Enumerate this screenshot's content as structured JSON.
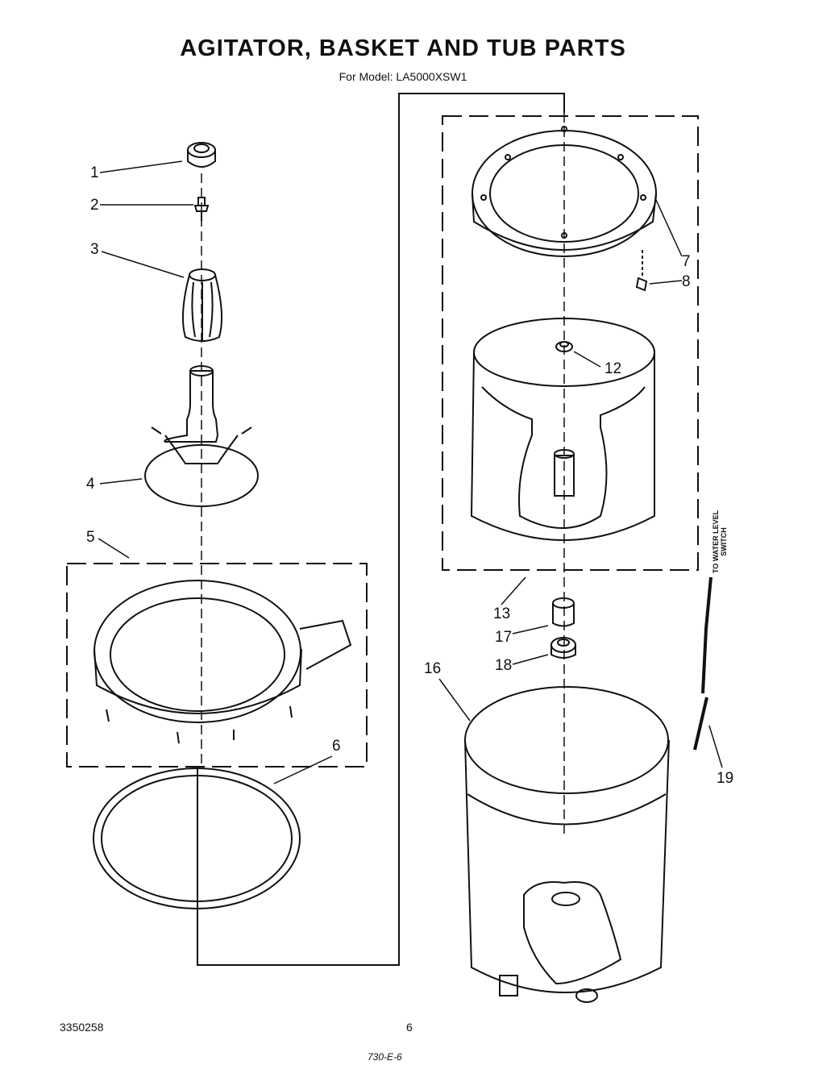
{
  "header": {
    "title": "AGITATOR, BASKET AND TUB PARTS",
    "subtitle": "For Model: LA5000XSW1"
  },
  "footer": {
    "doc_number": "3350258",
    "page_number": "6",
    "code": "730-E-6"
  },
  "callouts": [
    "1",
    "2",
    "3",
    "4",
    "5",
    "6",
    "7",
    "8",
    "12",
    "13",
    "16",
    "17",
    "18",
    "19"
  ],
  "annotation": {
    "line1": "TO WATER LEVEL",
    "line2": "SWITCH"
  }
}
